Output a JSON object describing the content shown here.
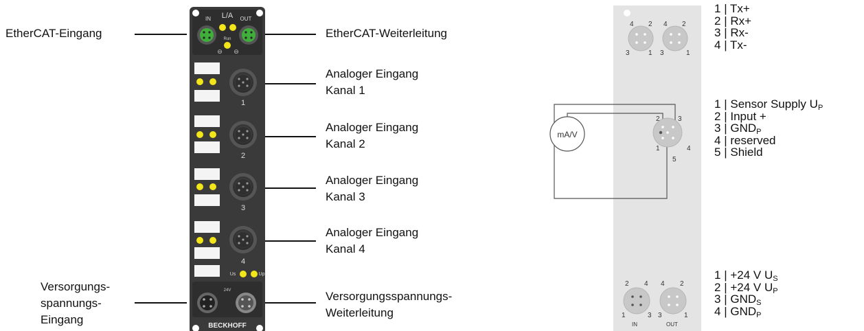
{
  "left_labels": {
    "ethercat_in": "EtherCAT-Eingang",
    "ethercat_out": "EtherCAT-Weiterleitung",
    "analog": [
      {
        "line1": "Analoger Eingang",
        "line2": "Kanal 1"
      },
      {
        "line1": "Analoger Eingang",
        "line2": "Kanal 2"
      },
      {
        "line1": "Analoger Eingang",
        "line2": "Kanal 3"
      },
      {
        "line1": "Analoger Eingang",
        "line2": "Kanal 4"
      }
    ],
    "supply_in": [
      "Versorgungs-",
      "spannungs-",
      "Eingang"
    ],
    "supply_out": [
      "Versorgungsspannungs-",
      "Weiterleitung"
    ]
  },
  "module": {
    "top_labels": {
      "in": "IN",
      "la": "L/A",
      "out": "OUT"
    },
    "run_label": "Run",
    "channel_numbers": [
      "1",
      "2",
      "3",
      "4"
    ],
    "us_label": "Us",
    "up_label": "Up",
    "supply_label": "24V",
    "brand": "BECKHOFF",
    "led_color": "#f2e51a",
    "ethercat_connector_color": "#3fae3a"
  },
  "diagram": {
    "meter_label": "mA/V",
    "ethercat_pins": [
      {
        "n": "1",
        "sep": "|",
        "name": "Tx+",
        "sub": ""
      },
      {
        "n": "2",
        "sep": "|",
        "name": "Rx+",
        "sub": ""
      },
      {
        "n": "3",
        "sep": "|",
        "name": "Rx-",
        "sub": ""
      },
      {
        "n": "4",
        "sep": "|",
        "name": "Tx-",
        "sub": ""
      }
    ],
    "signal_pins": [
      {
        "n": "1",
        "sep": "|",
        "name": "Sensor Supply U",
        "sub": "P"
      },
      {
        "n": "2",
        "sep": "|",
        "name": "Input +",
        "sub": ""
      },
      {
        "n": "3",
        "sep": "|",
        "name": "GND",
        "sub": "P"
      },
      {
        "n": "4",
        "sep": "|",
        "name": "reserved",
        "sub": ""
      },
      {
        "n": "5",
        "sep": "|",
        "name": "Shield",
        "sub": ""
      }
    ],
    "power_pins": [
      {
        "n": "1",
        "sep": "|",
        "name": "+24 V U",
        "sub": "S"
      },
      {
        "n": "2",
        "sep": "|",
        "name": "+24 V U",
        "sub": "P"
      },
      {
        "n": "3",
        "sep": "|",
        "name": "GND",
        "sub": "S"
      },
      {
        "n": "4",
        "sep": "|",
        "name": "GND",
        "sub": "P"
      }
    ],
    "connector_pin_numbers": {
      "eth_left": [
        "4",
        "2",
        "3",
        "1"
      ],
      "eth_right": [
        "4",
        "2",
        "3",
        "1"
      ],
      "signal": [
        "2",
        "3",
        "1",
        "4",
        "5"
      ],
      "pwr_left": [
        "2",
        "4",
        "1",
        "3"
      ],
      "pwr_right": [
        "4",
        "2",
        "3",
        "1"
      ]
    },
    "in_label": "IN",
    "out_label": "OUT",
    "panel_color": "#e4e4e4",
    "connector_color": "#c8c8c8"
  }
}
